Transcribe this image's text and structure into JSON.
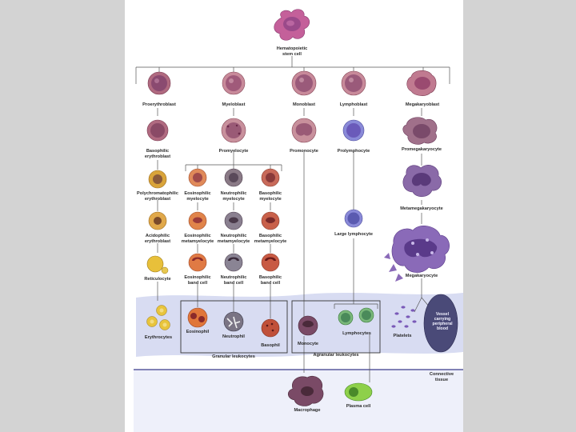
{
  "labels": {
    "stem_line1": "Hematopoietic",
    "stem_line2": "stem cell",
    "proerythroblast": "Proerythroblast",
    "myeloblast": "Myeloblast",
    "monoblast": "Monoblast",
    "lymphoblast": "Lymphoblast",
    "megakaryoblast": "Megakaryoblast",
    "baso_ery_1": "Basophilic",
    "baso_ery_2": "erythroblast",
    "promyelocyte": "Promyelocyte",
    "promonocyte": "Promonocyte",
    "prolymphocyte": "Prolymphocyte",
    "promegakaryocyte": "Promegakaryocyte",
    "poly_ery_1": "Polychromatophilic",
    "poly_ery_2": "erythroblast",
    "eos_myelo_1": "Eosinophilic",
    "eos_myelo_2": "myelocyte",
    "neu_myelo_1": "Neutrophilic",
    "neu_myelo_2": "myelocyte",
    "bas_myelo_1": "Basophilic",
    "bas_myelo_2": "myelocyte",
    "metamegakaryocyte": "Metamegakaryocyte",
    "acid_ery_1": "Acidophilic",
    "acid_ery_2": "erythroblast",
    "eos_meta_1": "Eosinophilic",
    "eos_meta_2": "metamyelocyte",
    "neu_meta_1": "Neutrophilic",
    "neu_meta_2": "metamyelocyte",
    "bas_meta_1": "Basophilic",
    "bas_meta_2": "metamyelocyte",
    "large_lymphocyte": "Large lymphocyte",
    "reticulocyte": "Reticulocyte",
    "eos_band_1": "Eosinophilic",
    "eos_band_2": "band cell",
    "neu_band_1": "Neutrophilic",
    "neu_band_2": "band cell",
    "bas_band_1": "Basophilic",
    "bas_band_2": "band cell",
    "megakaryocyte": "Megakaryocyte",
    "erythrocytes": "Erythrocytes",
    "eosinophil": "Eosinophil",
    "neutrophil": "Neutrophil",
    "basophil": "Basophil",
    "monocyte": "Monocyte",
    "lymphocytes": "Lymphocytes",
    "platelets": "Platelets",
    "vessel_1": "Vessel",
    "vessel_2": "carrying",
    "vessel_3": "peripheral",
    "vessel_4": "blood",
    "granular_leukocytes": "Granular leukocytes",
    "agranular_leukocytes": "Agranular leukocytes",
    "connective_1": "Connective",
    "connective_2": "tissue",
    "macrophage": "Macrophage",
    "plasma_cell": "Plasma cell"
  },
  "colors": {
    "page_background": "#d3d3d3",
    "paper": "#ffffff",
    "blood_band": "#d8dcf2",
    "connective_band": "#eef0fa",
    "stem_cell": "#c4609a",
    "erythroid_early": "#b06a80",
    "erythroid_late": "#d9a43a",
    "erythrocyte": "#e8c43c",
    "granulocyte": "#b77a86",
    "eosinophil": "#e07a3c",
    "neutrophil": "#8a8a96",
    "basophil": "#c0503a",
    "monocyte": "#7a4a66",
    "lymphocyte": "#7a7ad0",
    "lymphocyte_mature": "#7ab87a",
    "plasma_cell": "#8ed04a",
    "megakaryocyte": "#7a5aa6",
    "vessel": "#4a4a78"
  }
}
